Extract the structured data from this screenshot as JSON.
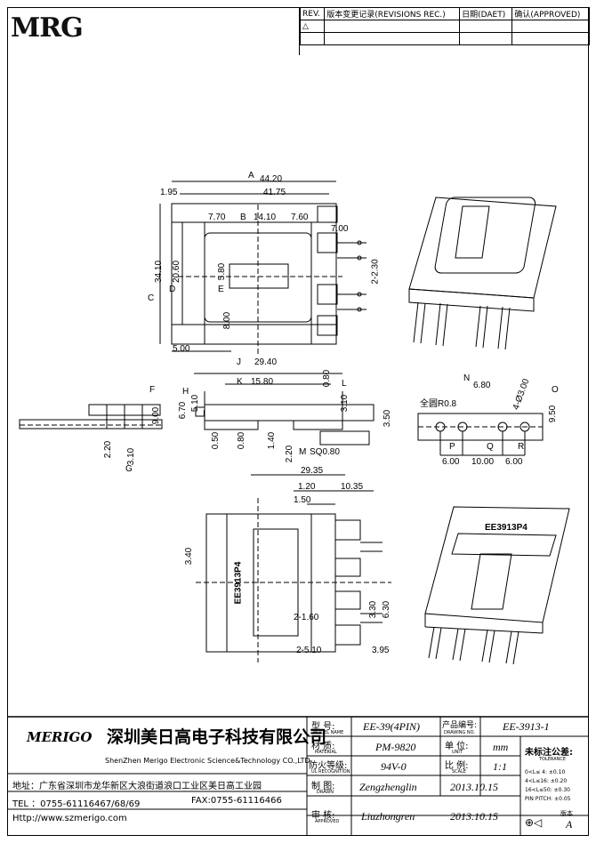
{
  "header": {
    "logo_text": "MRG",
    "rev_label": "REV.",
    "rev_history_label": "版本变更记录(REVISIONS REC.)",
    "date_label": "日期(DAET)",
    "approved_label": "确认(APPROVED)"
  },
  "dimensions": {
    "A": "A",
    "B": "B",
    "C": "C",
    "D": "D",
    "E": "E",
    "F": "F",
    "G": "G",
    "H": "H",
    "I": "I",
    "J": "J",
    "K": "K",
    "L": "L",
    "M": "M",
    "N": "N",
    "O": "O",
    "P": "P",
    "Q": "Q",
    "R": "R",
    "d4420": "44.20",
    "d4175": "41.75",
    "d195": "1.95",
    "d770": "7.70",
    "d1410": "14.10",
    "d760": "7.60",
    "d700": "7.00",
    "d3410": "34.10",
    "d2060": "20.60",
    "d580": "5.80",
    "d230": "2-2.30",
    "d800": "8.00",
    "d500": "5.00",
    "d2940": "29.40",
    "d1580": "15.80",
    "d080a": "0.80",
    "d670": "6.70",
    "d510": "5.10",
    "d310a": "3.10",
    "d350": "3.50",
    "d050": "0.50",
    "d080b": "0.80",
    "d140": "1.40",
    "d220a": "2.20",
    "msq": "SQ0.80",
    "d2935": "29.35",
    "d900": "9.00",
    "d220b": "2.20",
    "d310b": "3.10",
    "d680": "6.80",
    "r08": "全圆R0.8",
    "d4300": "4-Ø3.00",
    "d950": "9.50",
    "d600a": "6.00",
    "d1000": "10.00",
    "d600b": "6.00",
    "d120": "1.20",
    "d1035": "10.35",
    "d150": "1.50",
    "d340": "3.40",
    "d330": "3.30",
    "d630": "6.30",
    "d2160": "2-1.60",
    "d2510": "2-5.10",
    "d395": "3.95",
    "part_mark": "EE3913P4",
    "part_mark_3d": "EE3913P4"
  },
  "title_block": {
    "company_logo": "MERIGO",
    "company_cn": "深圳美日高电子科技有限公司",
    "company_en": "ShenZhen Merigo Electronic Science&Technology CO.,LTD",
    "address": "地址：广东省深圳市龙华新区大浪街道浪口工业区美日高工业园",
    "tel": "TEL ：0755-61116467/68/69",
    "fax": "FAX:0755-61116466",
    "url": "Http://www.szmerigo.com",
    "model_cn": "型  号:",
    "model_en": "MODEL NAME",
    "model_val": "EE-39(4PIN)",
    "drawing_cn": "产品编号:",
    "drawing_en": "DRAWING NO.",
    "drawing_val": "EE-3913-1",
    "material_cn": "材  质:",
    "material_en": "MATERIAL",
    "material_val": "PM-9820",
    "unit_cn": "单  位:",
    "unit_en": "UNIT",
    "unit_val": "mm",
    "ul_cn": "防火等级:",
    "ul_en": "UL RECOGNITION",
    "ul_val": "94V-0",
    "scale_cn": "比  例:",
    "scale_en": "SCALE",
    "scale_val": "1:1",
    "drawn_cn": "制  图:",
    "drawn_en": "DRAWN",
    "drawn_name": "Zengzhenglin",
    "drawn_date": "2013.10.15",
    "approved_cn": "审  核:",
    "approved_en": "APPROVED",
    "approved_name": "Liuzhongren",
    "approved_date": "2013.10.15",
    "tol_title": "未标注公差:",
    "tol_en": "TOLERANCE",
    "tol1": "0<L≤ 4:  ±0.10",
    "tol2": "4<L≤16:  ±0.20",
    "tol3": "16<L≤50: ±0.30",
    "tol4": "PIN PITCH: ±0.05",
    "version_label": "版本",
    "version_val": "A"
  }
}
